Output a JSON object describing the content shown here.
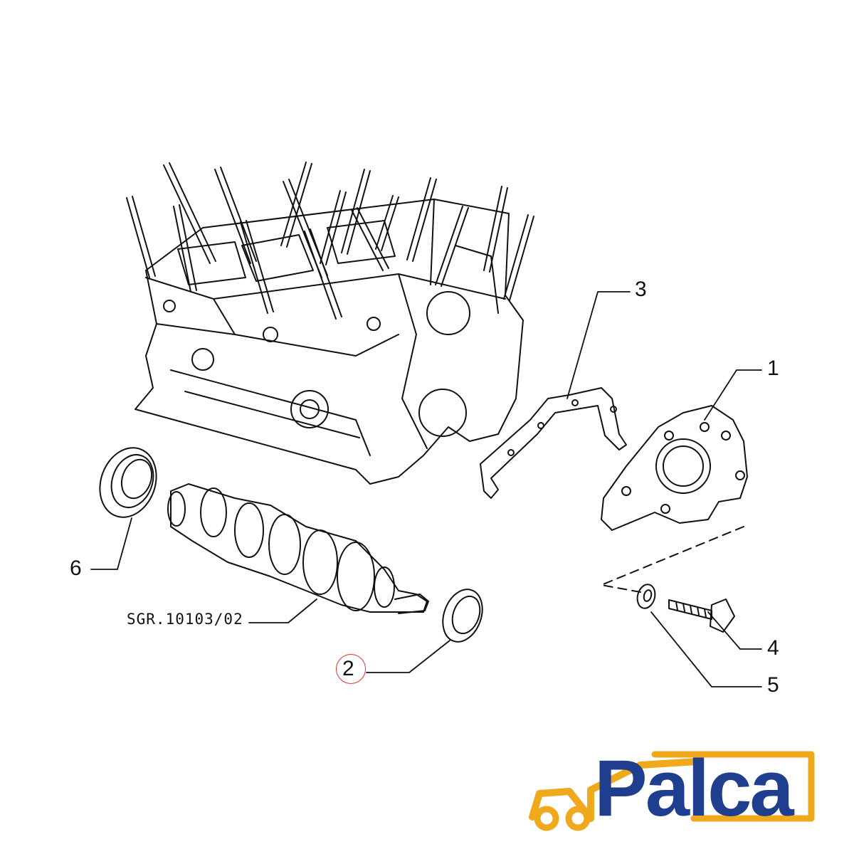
{
  "callouts": {
    "c1": "1",
    "c2": "2",
    "c3": "3",
    "c4": "4",
    "c5": "5",
    "c6": "6"
  },
  "reference": "SGR.10103/02",
  "brand": {
    "name": "Palca",
    "text_color": "#1f3f8e",
    "accent_color": "#f0a81c"
  },
  "highlight_color": "#e33333"
}
